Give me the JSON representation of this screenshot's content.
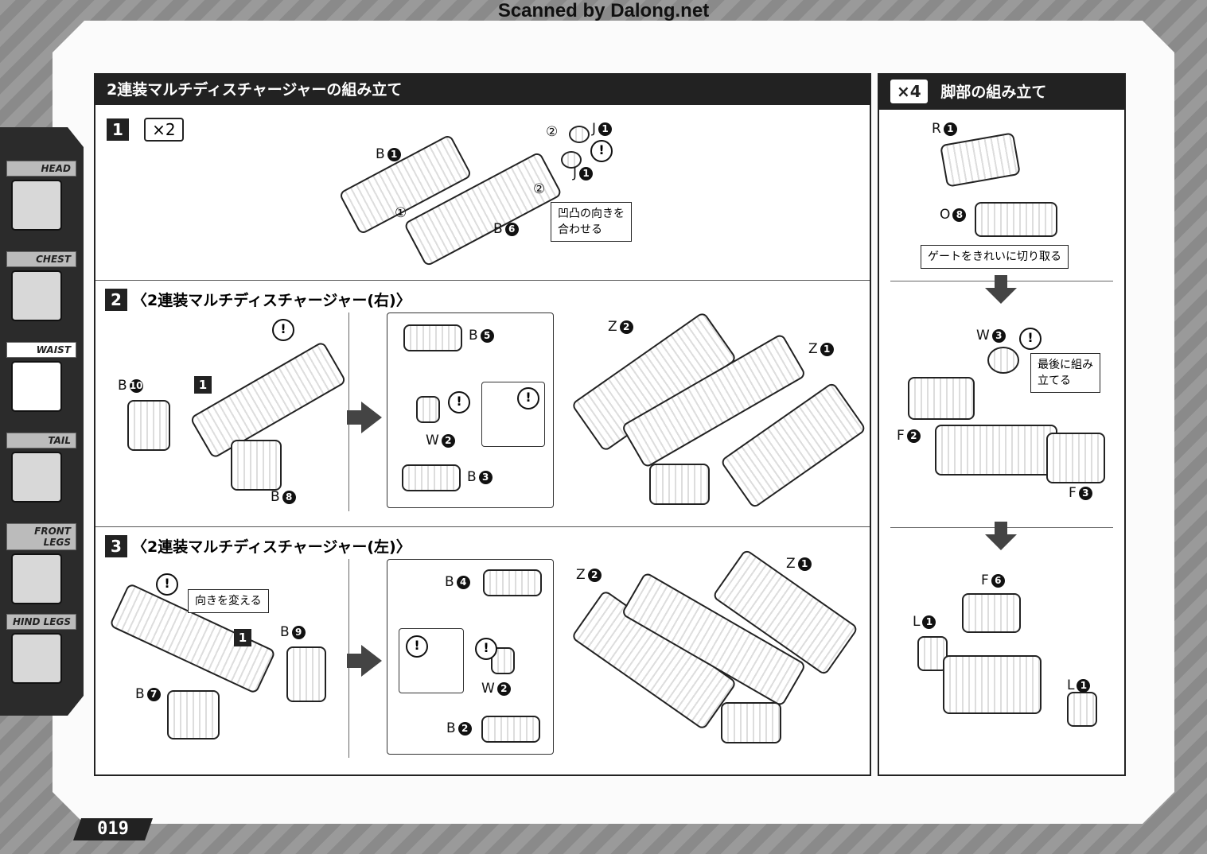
{
  "watermark": "Scanned by Dalong.net",
  "page_number": "019",
  "sidebar": {
    "tabs": [
      {
        "label": "HEAD",
        "active": false
      },
      {
        "label": "CHEST",
        "active": false
      },
      {
        "label": "WAIST",
        "active": true
      },
      {
        "label": "TAIL",
        "active": false
      },
      {
        "label": "FRONT LEGS",
        "active": false
      },
      {
        "label": "HIND LEGS",
        "active": false
      }
    ]
  },
  "left_section": {
    "title": "2連装マルチディスチャージャーの組み立て",
    "step1": {
      "number": "1",
      "multiplier": "×2",
      "parts": [
        "B",
        "J",
        "J",
        "B"
      ],
      "part_nums": [
        "1",
        "1",
        "1",
        "6"
      ],
      "steps": [
        "①",
        "②",
        "②"
      ],
      "callout": [
        "凹凸の向きを",
        "合わせる"
      ]
    },
    "step2": {
      "number": "2",
      "title": "〈2連装マルチディスチャージャー(右)〉",
      "ref": "1",
      "parts": [
        {
          "name": "B",
          "num": "10"
        },
        {
          "name": "B",
          "num": "8"
        },
        {
          "name": "B",
          "num": "5"
        },
        {
          "name": "W",
          "num": "2"
        },
        {
          "name": "B",
          "num": "3"
        },
        {
          "name": "Z",
          "num": "2"
        },
        {
          "name": "Z",
          "num": "1"
        }
      ]
    },
    "step3": {
      "number": "3",
      "title": "〈2連装マルチディスチャージャー(左)〉",
      "ref": "1",
      "callout": "向きを変える",
      "parts": [
        {
          "name": "B",
          "num": "9"
        },
        {
          "name": "B",
          "num": "7"
        },
        {
          "name": "B",
          "num": "4"
        },
        {
          "name": "W",
          "num": "2"
        },
        {
          "name": "B",
          "num": "2"
        },
        {
          "name": "Z",
          "num": "2"
        },
        {
          "name": "Z",
          "num": "1"
        }
      ]
    }
  },
  "right_section": {
    "multiplier": "×4",
    "title": "脚部の組み立て",
    "stage1": {
      "parts": [
        {
          "name": "R",
          "num": "1"
        },
        {
          "name": "O",
          "num": "8"
        }
      ],
      "callout": "ゲートをきれいに切り取る"
    },
    "stage2": {
      "parts": [
        {
          "name": "W",
          "num": "3"
        },
        {
          "name": "F",
          "num": "2"
        },
        {
          "name": "F",
          "num": "3"
        }
      ],
      "callout": [
        "最後に組み",
        "立てる"
      ]
    },
    "stage3": {
      "parts": [
        {
          "name": "F",
          "num": "6"
        },
        {
          "name": "L",
          "num": "1"
        },
        {
          "name": "L",
          "num": "1"
        }
      ]
    }
  },
  "symbols": {
    "warning": "!"
  }
}
